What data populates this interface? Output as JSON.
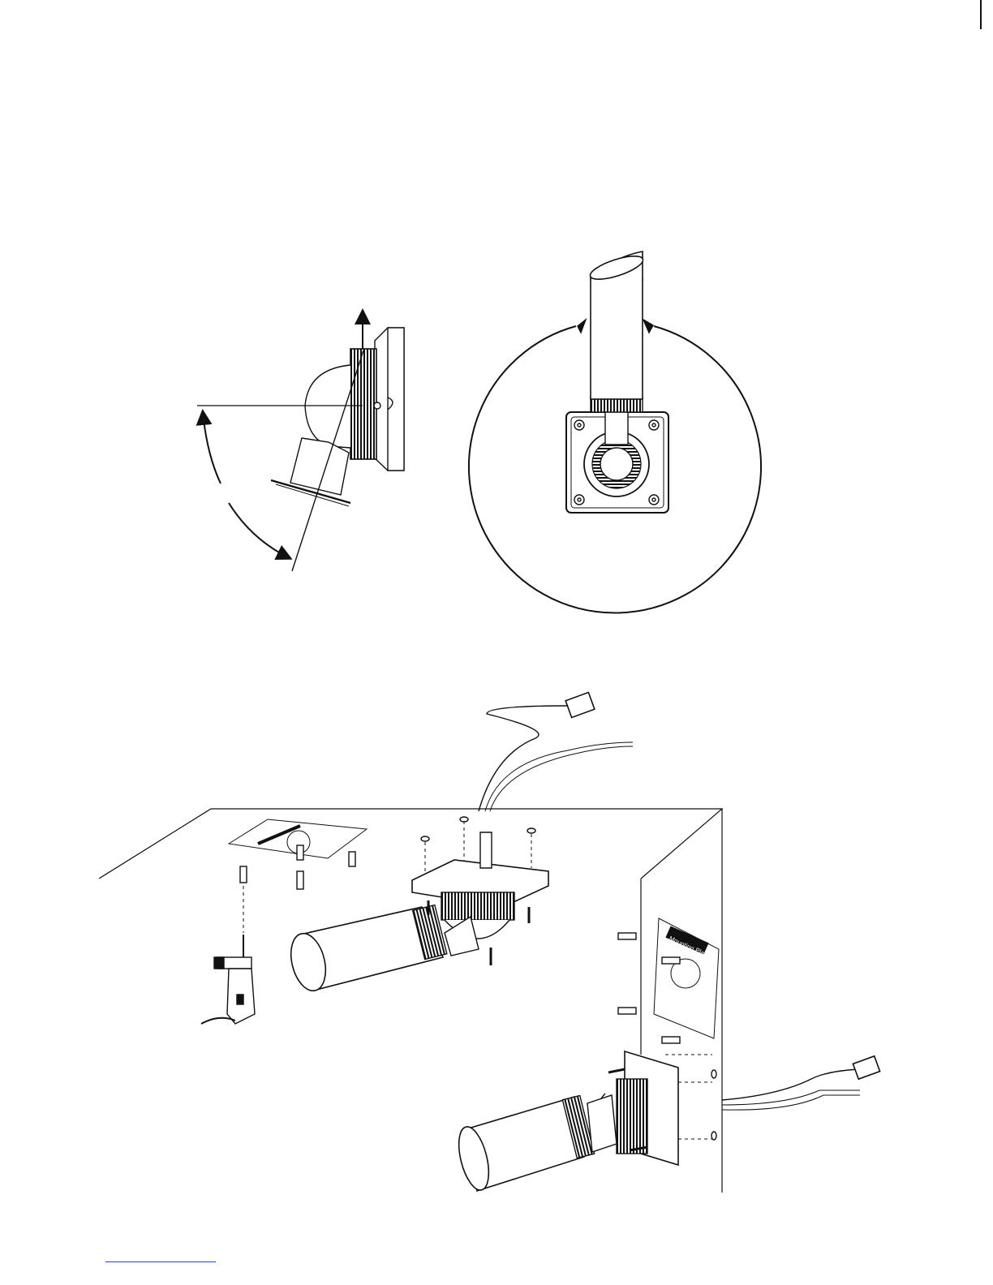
{
  "page": {
    "footer_link_color": "#1f3fff",
    "line_color": "#111111"
  },
  "figures": {
    "side_view": {
      "name": "camera-side-view"
    },
    "rotation_view": {
      "name": "camera-rotation-view"
    },
    "install_view": {
      "name": "installation-view",
      "plate_label": "Mounting Plate"
    }
  }
}
